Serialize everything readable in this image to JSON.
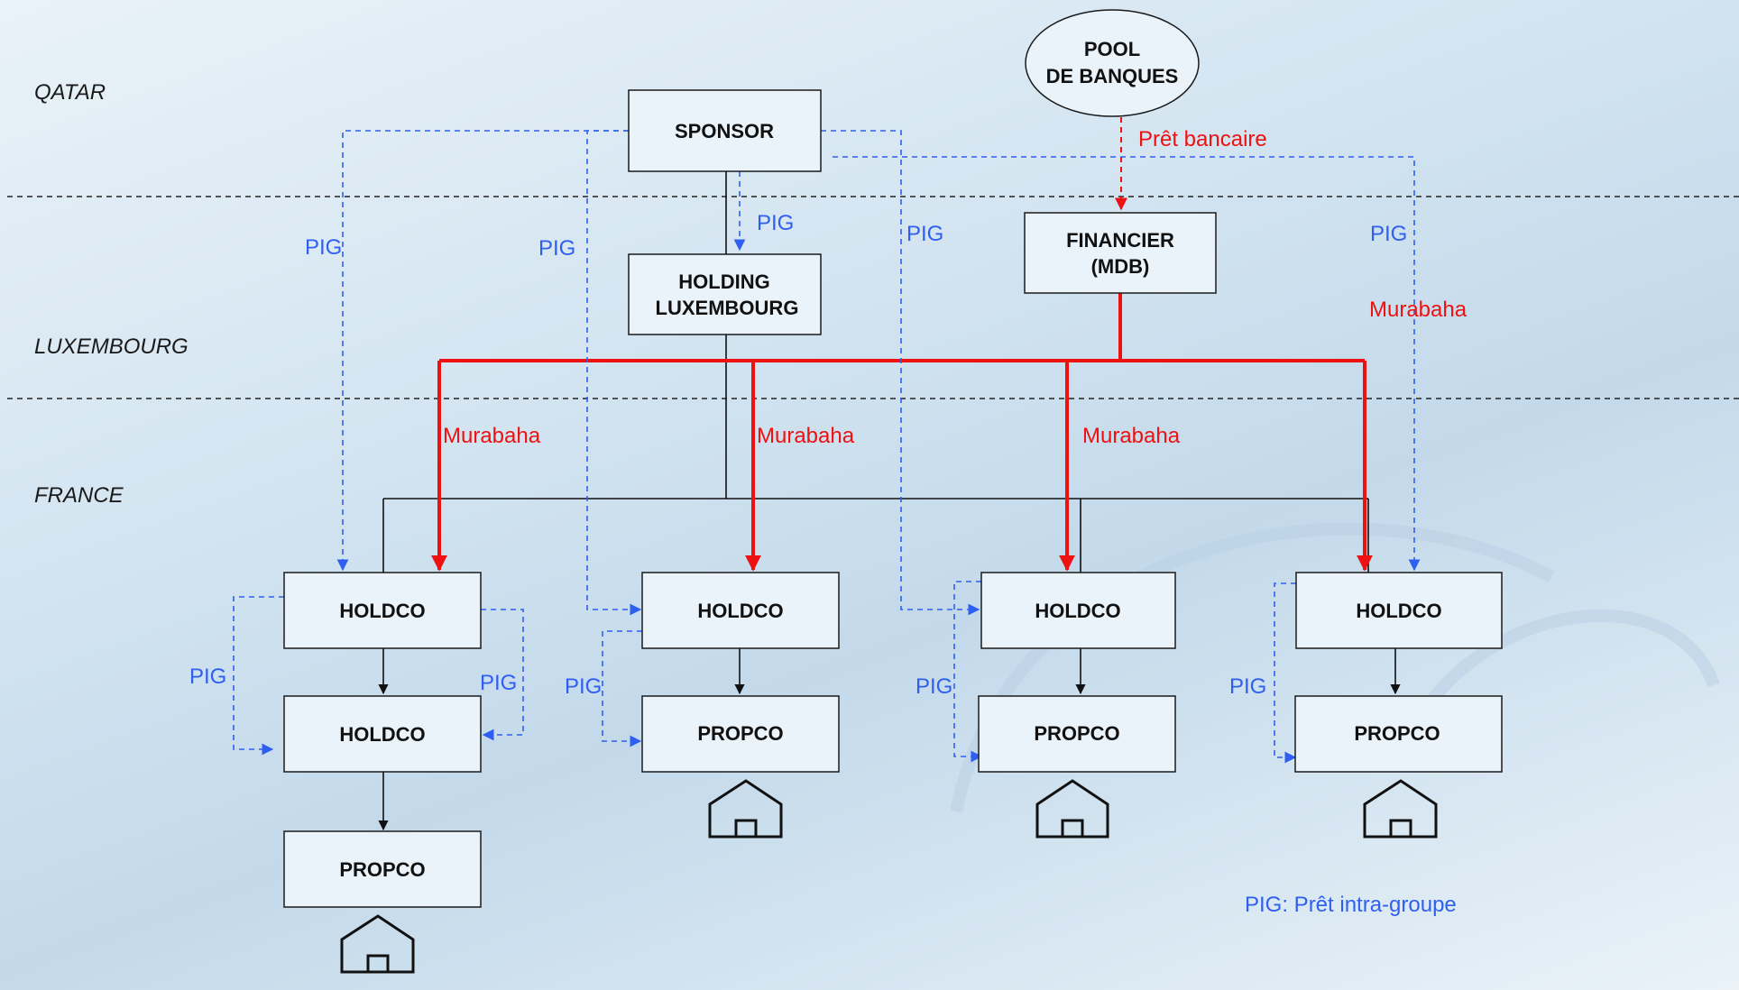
{
  "regions": {
    "qatar": "QATAR",
    "luxembourg": "LUXEMBOURG",
    "france": "FRANCE"
  },
  "nodes": {
    "pool": [
      "POOL",
      "DE BANQUES"
    ],
    "sponsor": "SPONSOR",
    "holding_lux": [
      "HOLDING",
      "LUXEMBOURG"
    ],
    "financier": [
      "FINANCIER",
      "(MDB)"
    ],
    "holdco": "HOLDCO",
    "propco": "PROPCO"
  },
  "labels": {
    "pret_bancaire": "Prêt bancaire",
    "pig": "PIG",
    "murabaha": "Murabaha",
    "legend": "PIG: Prêt intra-groupe"
  },
  "colors": {
    "pig_blue": "#2f5ff0",
    "murabaha_red": "#ee1111",
    "box_fill": "#eaf3fa"
  }
}
